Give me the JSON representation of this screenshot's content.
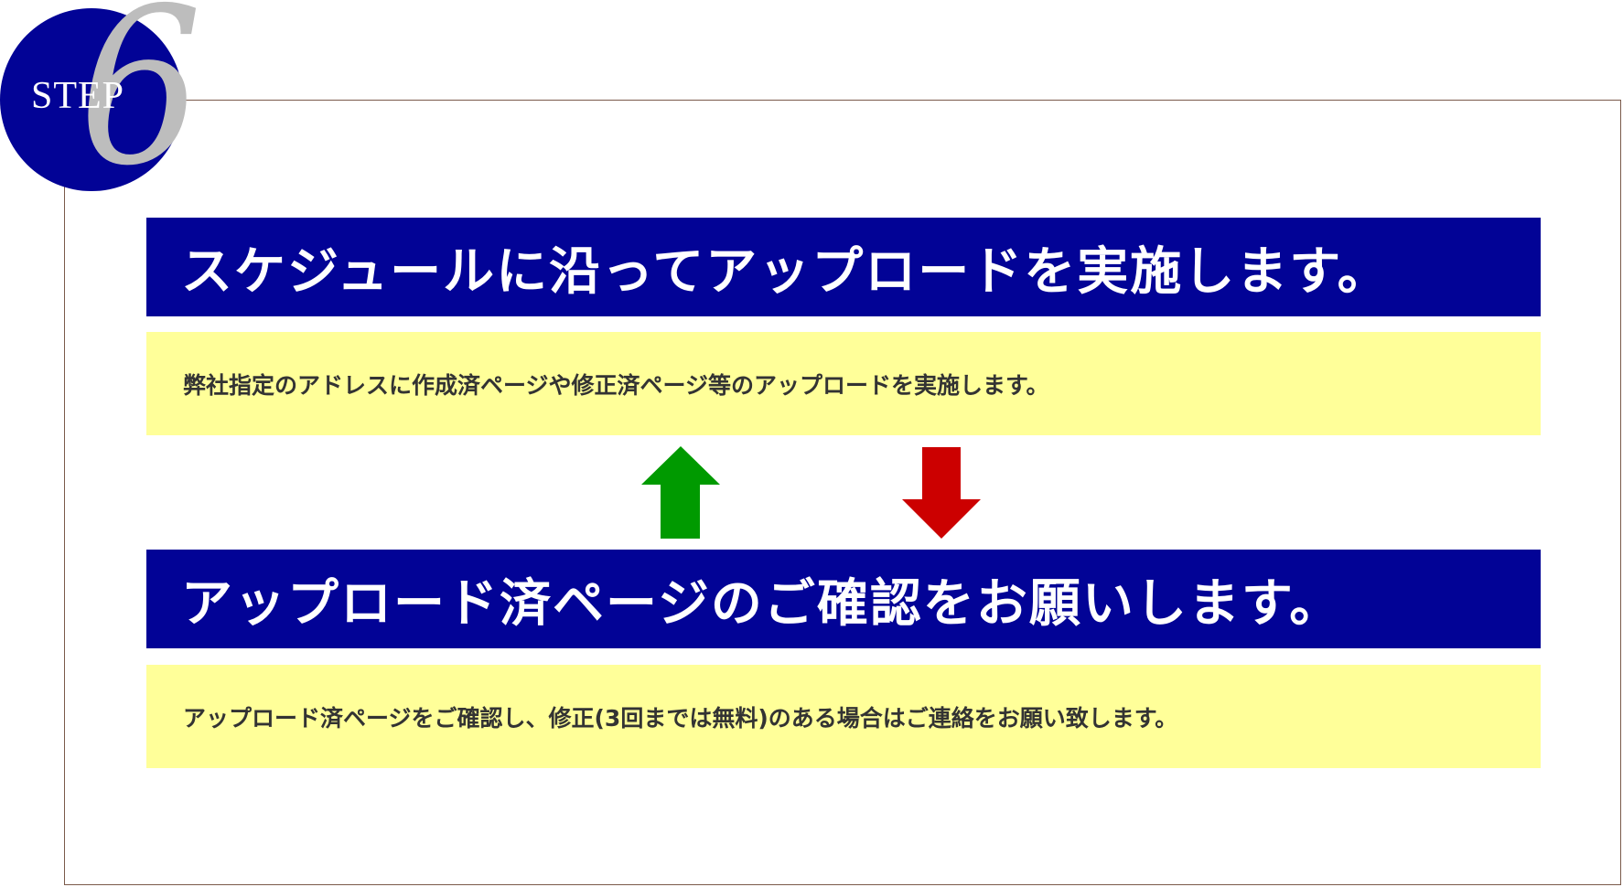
{
  "step": {
    "label": "STEP",
    "number": "6"
  },
  "heading_1": "スケジュールに沿ってアップロードを実施します。",
  "description_1": "弊社指定のアドレスに作成済ページや修正済ページ等のアップロードを実施します。",
  "heading_2": "アップロード済ページのご確認をお願いします。",
  "description_2": "アップロード済ページをご確認し、修正(3回までは無料)のある場合はご連絡をお願い致します。",
  "colors": {
    "navy": "#020396",
    "yellow": "#ffff99",
    "step_number_gray": "#bdbdbd",
    "arrow_up_green": "#009a00",
    "arrow_down_red": "#cc0000",
    "frame_border": "#7a5a4a"
  },
  "icons": {
    "up": "up-arrow-icon",
    "down": "down-arrow-icon"
  }
}
